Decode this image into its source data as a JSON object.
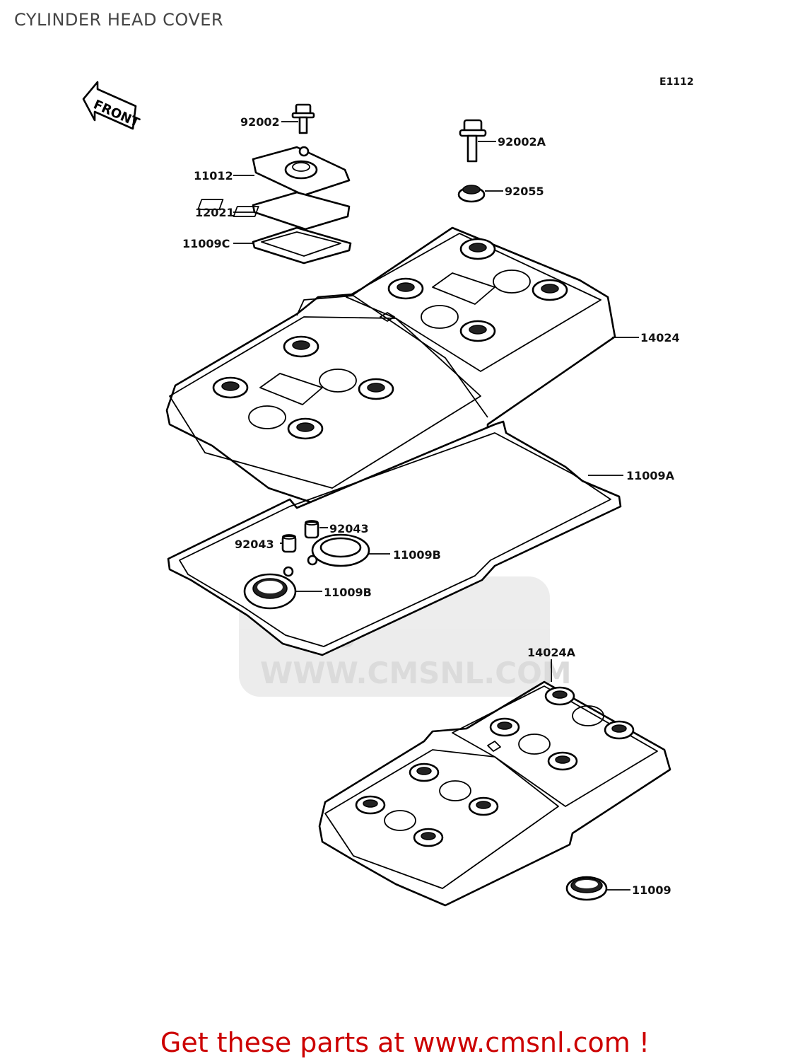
{
  "title": "CYLINDER HEAD COVER",
  "diagram_code": "E1112",
  "front_marker": "FRONT",
  "watermark": {
    "logo": "CMS",
    "url": "WWW.CMSNL.COM"
  },
  "callouts": {
    "c92002": "92002",
    "c92002A": "92002A",
    "c11012": "11012",
    "c92055": "92055",
    "c12021": "12021",
    "c11009C": "11009C",
    "c14024": "14024",
    "c11009A": "11009A",
    "c92043a": "92043",
    "c92043b": "92043",
    "c11009Ba": "11009B",
    "c11009Bb": "11009B",
    "c14024A": "14024A",
    "c11009": "11009"
  },
  "footer": "Get these parts at www.cmsnl.com !",
  "colors": {
    "footer": "#cc0000",
    "title": "#444444",
    "watermark": "#d8d8d8"
  }
}
